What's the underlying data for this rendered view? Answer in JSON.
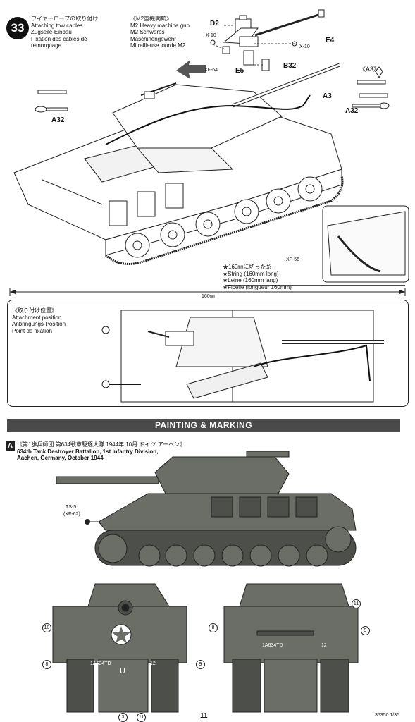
{
  "step": {
    "number": "33",
    "title_jp": "ワイヤーロープの取り付け",
    "title_en": "Attaching tow cables",
    "title_de": "Zugseile-Einbau",
    "title_fr": "Fixation des câbles de",
    "title_fr2": "remorquage"
  },
  "m2": {
    "jp": "《M2重機関銃》",
    "en": "M2 Heavy machine gun",
    "de": "M2 Schweres",
    "de2": "Maschinengewehr",
    "fr": "Mitrailleuse lourde M2"
  },
  "parts": {
    "d2": "D2",
    "x10a": "X-10",
    "x10b": "X-10",
    "e4": "E4",
    "xf64": "XF-64",
    "e5": "E5",
    "b32": "B32",
    "a3_bracket": "《A3》",
    "a3": "A3",
    "a32_right": "A32",
    "a32_left": "A32"
  },
  "string_note": {
    "xf56": "XF-56",
    "jp": "★160㎜に切った糸",
    "en": "★String (160mm long)",
    "de": "★Leine (160mm lang)",
    "fr": "★Ficelle (longueur 160mm)",
    "ruler": "160㎜"
  },
  "attach": {
    "jp": "《取り付け位置》",
    "en": "Attachment position",
    "de": "Anbringungs-Position",
    "fr": "Point de fixation"
  },
  "painting": {
    "header": "PAINTING & MARKING",
    "badge": "A",
    "unit_jp": "《第1歩兵師団 第634戦車駆逐大隊 1944年 10月 ドイツ アーヘン》",
    "unit_en": "634th Tank Destroyer Battalion, 1st Infantry Division,",
    "unit_en2": "Aachen, Germany, October 1944",
    "ts5": "TS-5",
    "xf62": "(XF-62)",
    "marks_front": [
      "10",
      "8",
      "3",
      "11",
      "9"
    ],
    "marks_rear": [
      "11",
      "8",
      "9"
    ],
    "front_code": "1A634TD",
    "front_num": "12",
    "front_u": "U",
    "rear_code": "1A634TD",
    "rear_num": "12"
  },
  "footer": {
    "page": "11",
    "code": "35350 1/35"
  },
  "colors": {
    "header_bg": "#4a4a4a",
    "olive": "#6b6e66",
    "olive_dark": "#4d504a",
    "line": "#222222"
  }
}
